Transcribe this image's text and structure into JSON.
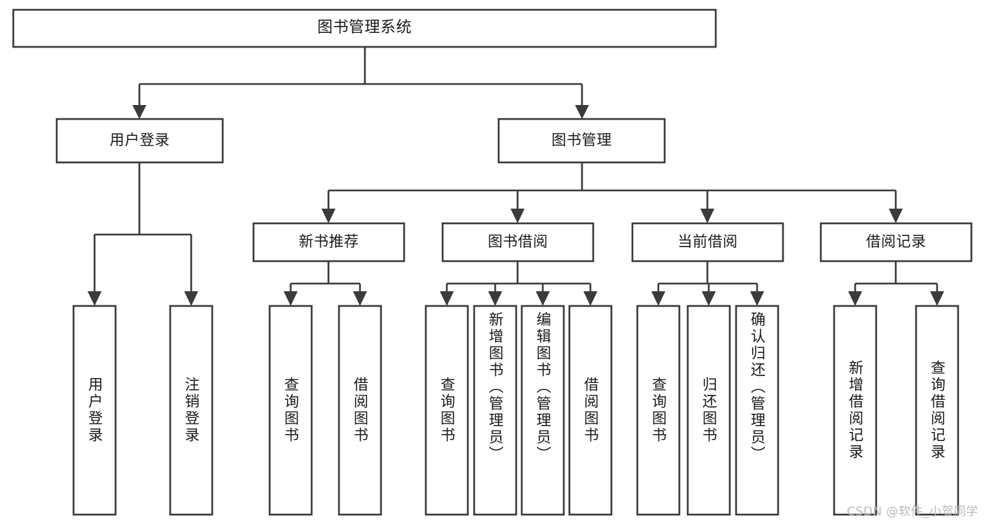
{
  "diagram": {
    "title": "图书管理系统",
    "type": "tree",
    "watermark": "CSDN @软件_小贺同学",
    "colors": {
      "stroke": "#3b3b3b",
      "box_fill": "#ffffff",
      "text": "#1a1a1a",
      "background": "#ffffff",
      "watermark": "#b9b9b9"
    },
    "nodes": {
      "root": {
        "label": "图书管理系统",
        "level": 0,
        "orientation": "horizontal"
      },
      "l1": [
        {
          "id": "user-login",
          "label": "用户登录",
          "level": 1,
          "orientation": "horizontal"
        },
        {
          "id": "book-manage",
          "label": "图书管理",
          "level": 1,
          "orientation": "horizontal"
        }
      ],
      "l2": [
        {
          "id": "new-book-recommend",
          "label": "新书推荐",
          "level": 2,
          "orientation": "horizontal",
          "parent": "book-manage"
        },
        {
          "id": "book-borrow",
          "label": "图书借阅",
          "level": 2,
          "orientation": "horizontal",
          "parent": "book-manage"
        },
        {
          "id": "current-borrow",
          "label": "当前借阅",
          "level": 2,
          "orientation": "horizontal",
          "parent": "book-manage"
        },
        {
          "id": "borrow-record",
          "label": "借阅记录",
          "level": 2,
          "orientation": "horizontal",
          "parent": "book-manage"
        }
      ],
      "leaves": [
        {
          "id": "leaf-user-login",
          "label": "用户登录",
          "parent": "user-login",
          "orientation": "vertical"
        },
        {
          "id": "leaf-user-logout",
          "label": "注销登录",
          "parent": "user-login",
          "orientation": "vertical"
        },
        {
          "id": "leaf-query-book-1",
          "label": "查询图书",
          "parent": "new-book-recommend",
          "orientation": "vertical"
        },
        {
          "id": "leaf-borrow-book-1",
          "label": "借阅图书",
          "parent": "new-book-recommend",
          "orientation": "vertical"
        },
        {
          "id": "leaf-query-book-2",
          "label": "查询图书",
          "parent": "book-borrow",
          "orientation": "vertical"
        },
        {
          "id": "leaf-add-book",
          "label": "新增图书（管理员）",
          "parent": "book-borrow",
          "orientation": "vertical"
        },
        {
          "id": "leaf-edit-book",
          "label": "编辑图书（管理员）",
          "parent": "book-borrow",
          "orientation": "vertical"
        },
        {
          "id": "leaf-borrow-book-2",
          "label": "借阅图书",
          "parent": "book-borrow",
          "orientation": "vertical"
        },
        {
          "id": "leaf-query-book-3",
          "label": "查询图书",
          "parent": "current-borrow",
          "orientation": "vertical"
        },
        {
          "id": "leaf-return-book",
          "label": "归还图书",
          "parent": "current-borrow",
          "orientation": "vertical"
        },
        {
          "id": "leaf-confirm-return",
          "label": "确认归还（管理员）",
          "parent": "current-borrow",
          "orientation": "vertical"
        },
        {
          "id": "leaf-add-record",
          "label": "新增借阅记录",
          "parent": "borrow-record",
          "orientation": "vertical"
        },
        {
          "id": "leaf-query-record",
          "label": "查询借阅记录",
          "parent": "borrow-record",
          "orientation": "vertical"
        }
      ]
    }
  }
}
